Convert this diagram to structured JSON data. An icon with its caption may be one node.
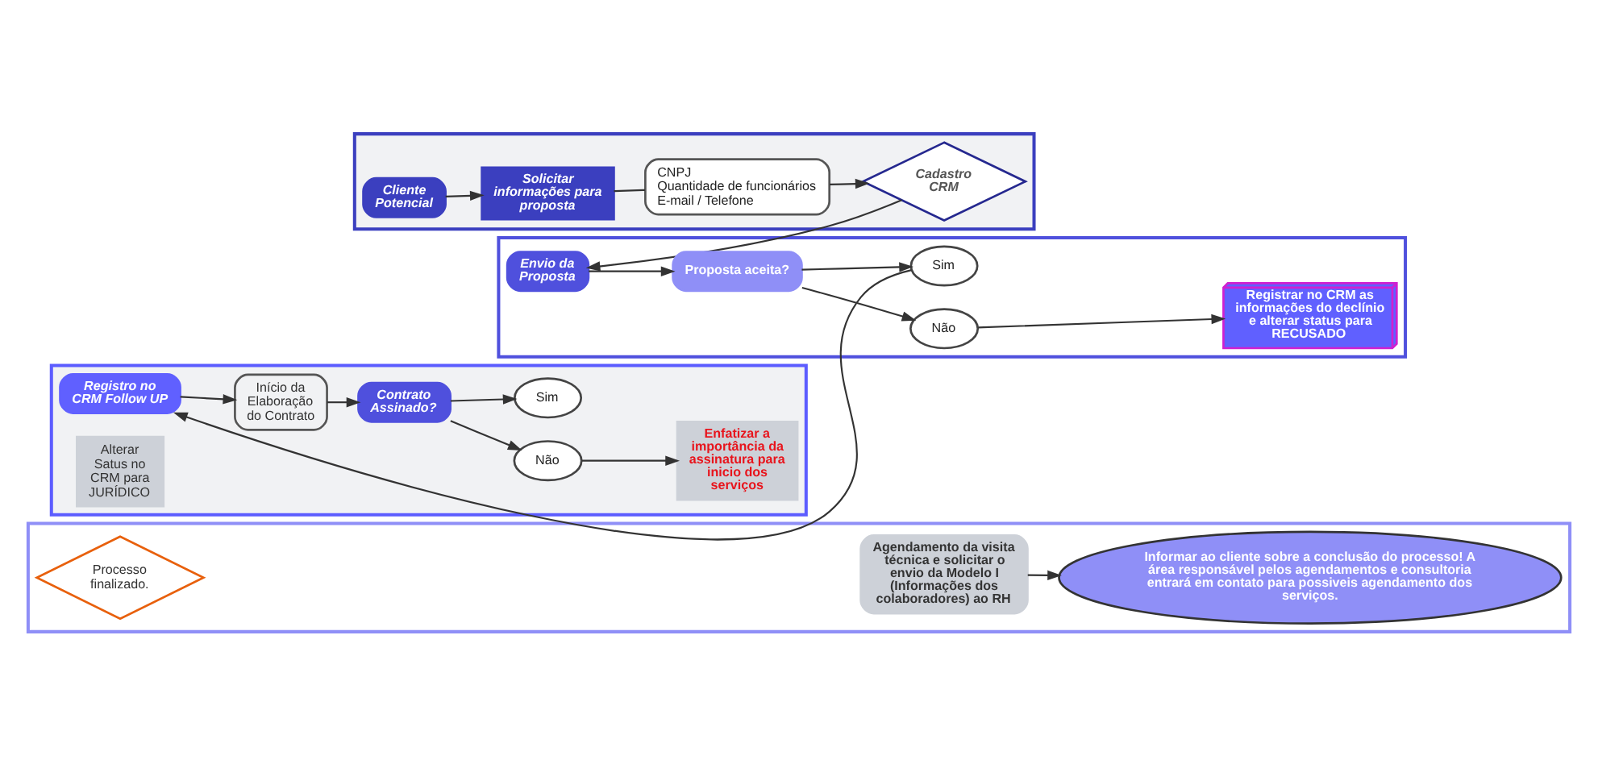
{
  "diagram": {
    "nodes": [
      {
        "text": [],
        "shape": "band"
      },
      {
        "text": [
          "Cliente Potencial"
        ],
        "in": 0
      },
      {
        "text": [
          "Solicitar informações para proposta"
        ],
        "in": 0
      },
      {
        "text": [
          "CNPJ",
          "Quantidade de funcionários",
          "E-mail / Telefone"
        ],
        "in": 0
      },
      {
        "text": [
          "Cadastro CRM"
        ],
        "in": 0
      },
      {
        "text": [],
        "shape": "band"
      },
      {
        "text": [
          "Envio da Proposta"
        ],
        "in": 5
      },
      {
        "text": [
          "Proposta aceita?"
        ],
        "in": 5
      },
      {
        "text": [
          "Não"
        ],
        "in": 5
      },
      {
        "text": [
          "Sim"
        ],
        "in": 5
      },
      {
        "text": [
          "Registrar no CRM as informações do declínio e alterar status para RECUSADO"
        ],
        "in": 5
      },
      {
        "text": [],
        "shape": "band"
      },
      {
        "text": [
          "Enfatizar a importância da assinatura para inicio dos serviços"
        ],
        "in": 11
      },
      {
        "text": [
          "Não"
        ],
        "in": 11
      },
      {
        "text": [
          "Sim"
        ],
        "in": 11
      },
      {
        "text": [
          "Contrato Assinado?"
        ],
        "in": 11
      },
      {
        "text": [
          "Início da Elaboração do Contrato"
        ],
        "in": 11
      },
      {
        "text": [
          "Registro no CRM Follow UP"
        ],
        "in": 11
      },
      {
        "text": [
          "Alterar Satus no CRM para JURÍDICO"
        ],
        "in": 11
      },
      {
        "text": [],
        "shape": "band"
      },
      {
        "text": [
          "Agendamento da visita técnica e solicitar o envio da Modelo I (Informações dos colaboradores) ao RH"
        ],
        "in": 19
      },
      {
        "text": [
          "Informar ao cliente sobre a conclusão do processo! A área responsável pelos agendamentos e consultoria entrará em contato para possiveis agendamento dos serviços."
        ],
        "in": 19
      },
      {
        "text": [
          "Processo finalizado."
        ],
        "in": 19
      }
    ],
    "edges": [
      {
        "from": 1,
        "to": 2,
        "arrow": "to"
      },
      {
        "from": 2,
        "to": 3,
        "arrow": "none"
      },
      {
        "from": 3,
        "to": 4,
        "arrow": "to"
      },
      {
        "from": 4,
        "to": 6,
        "arrow": "to"
      },
      {
        "from": 6,
        "to": 7,
        "arrow": "to"
      },
      {
        "from": 7,
        "to": 8,
        "arrow": "to"
      },
      {
        "from": 7,
        "to": 9,
        "arrow": "to"
      },
      {
        "from": 8,
        "to": 10,
        "arrow": "to"
      },
      {
        "from": 9,
        "to": 17,
        "arrow": "to"
      },
      {
        "from": 17,
        "to": 16,
        "arrow": "to"
      },
      {
        "from": 16,
        "to": 15,
        "arrow": "to"
      },
      {
        "from": 15,
        "to": 13,
        "arrow": "to"
      },
      {
        "from": 15,
        "to": 14,
        "arrow": "to"
      },
      {
        "from": 13,
        "to": 12,
        "arrow": "to"
      },
      {
        "from": 20,
        "to": 21,
        "arrow": "to"
      }
    ]
  }
}
